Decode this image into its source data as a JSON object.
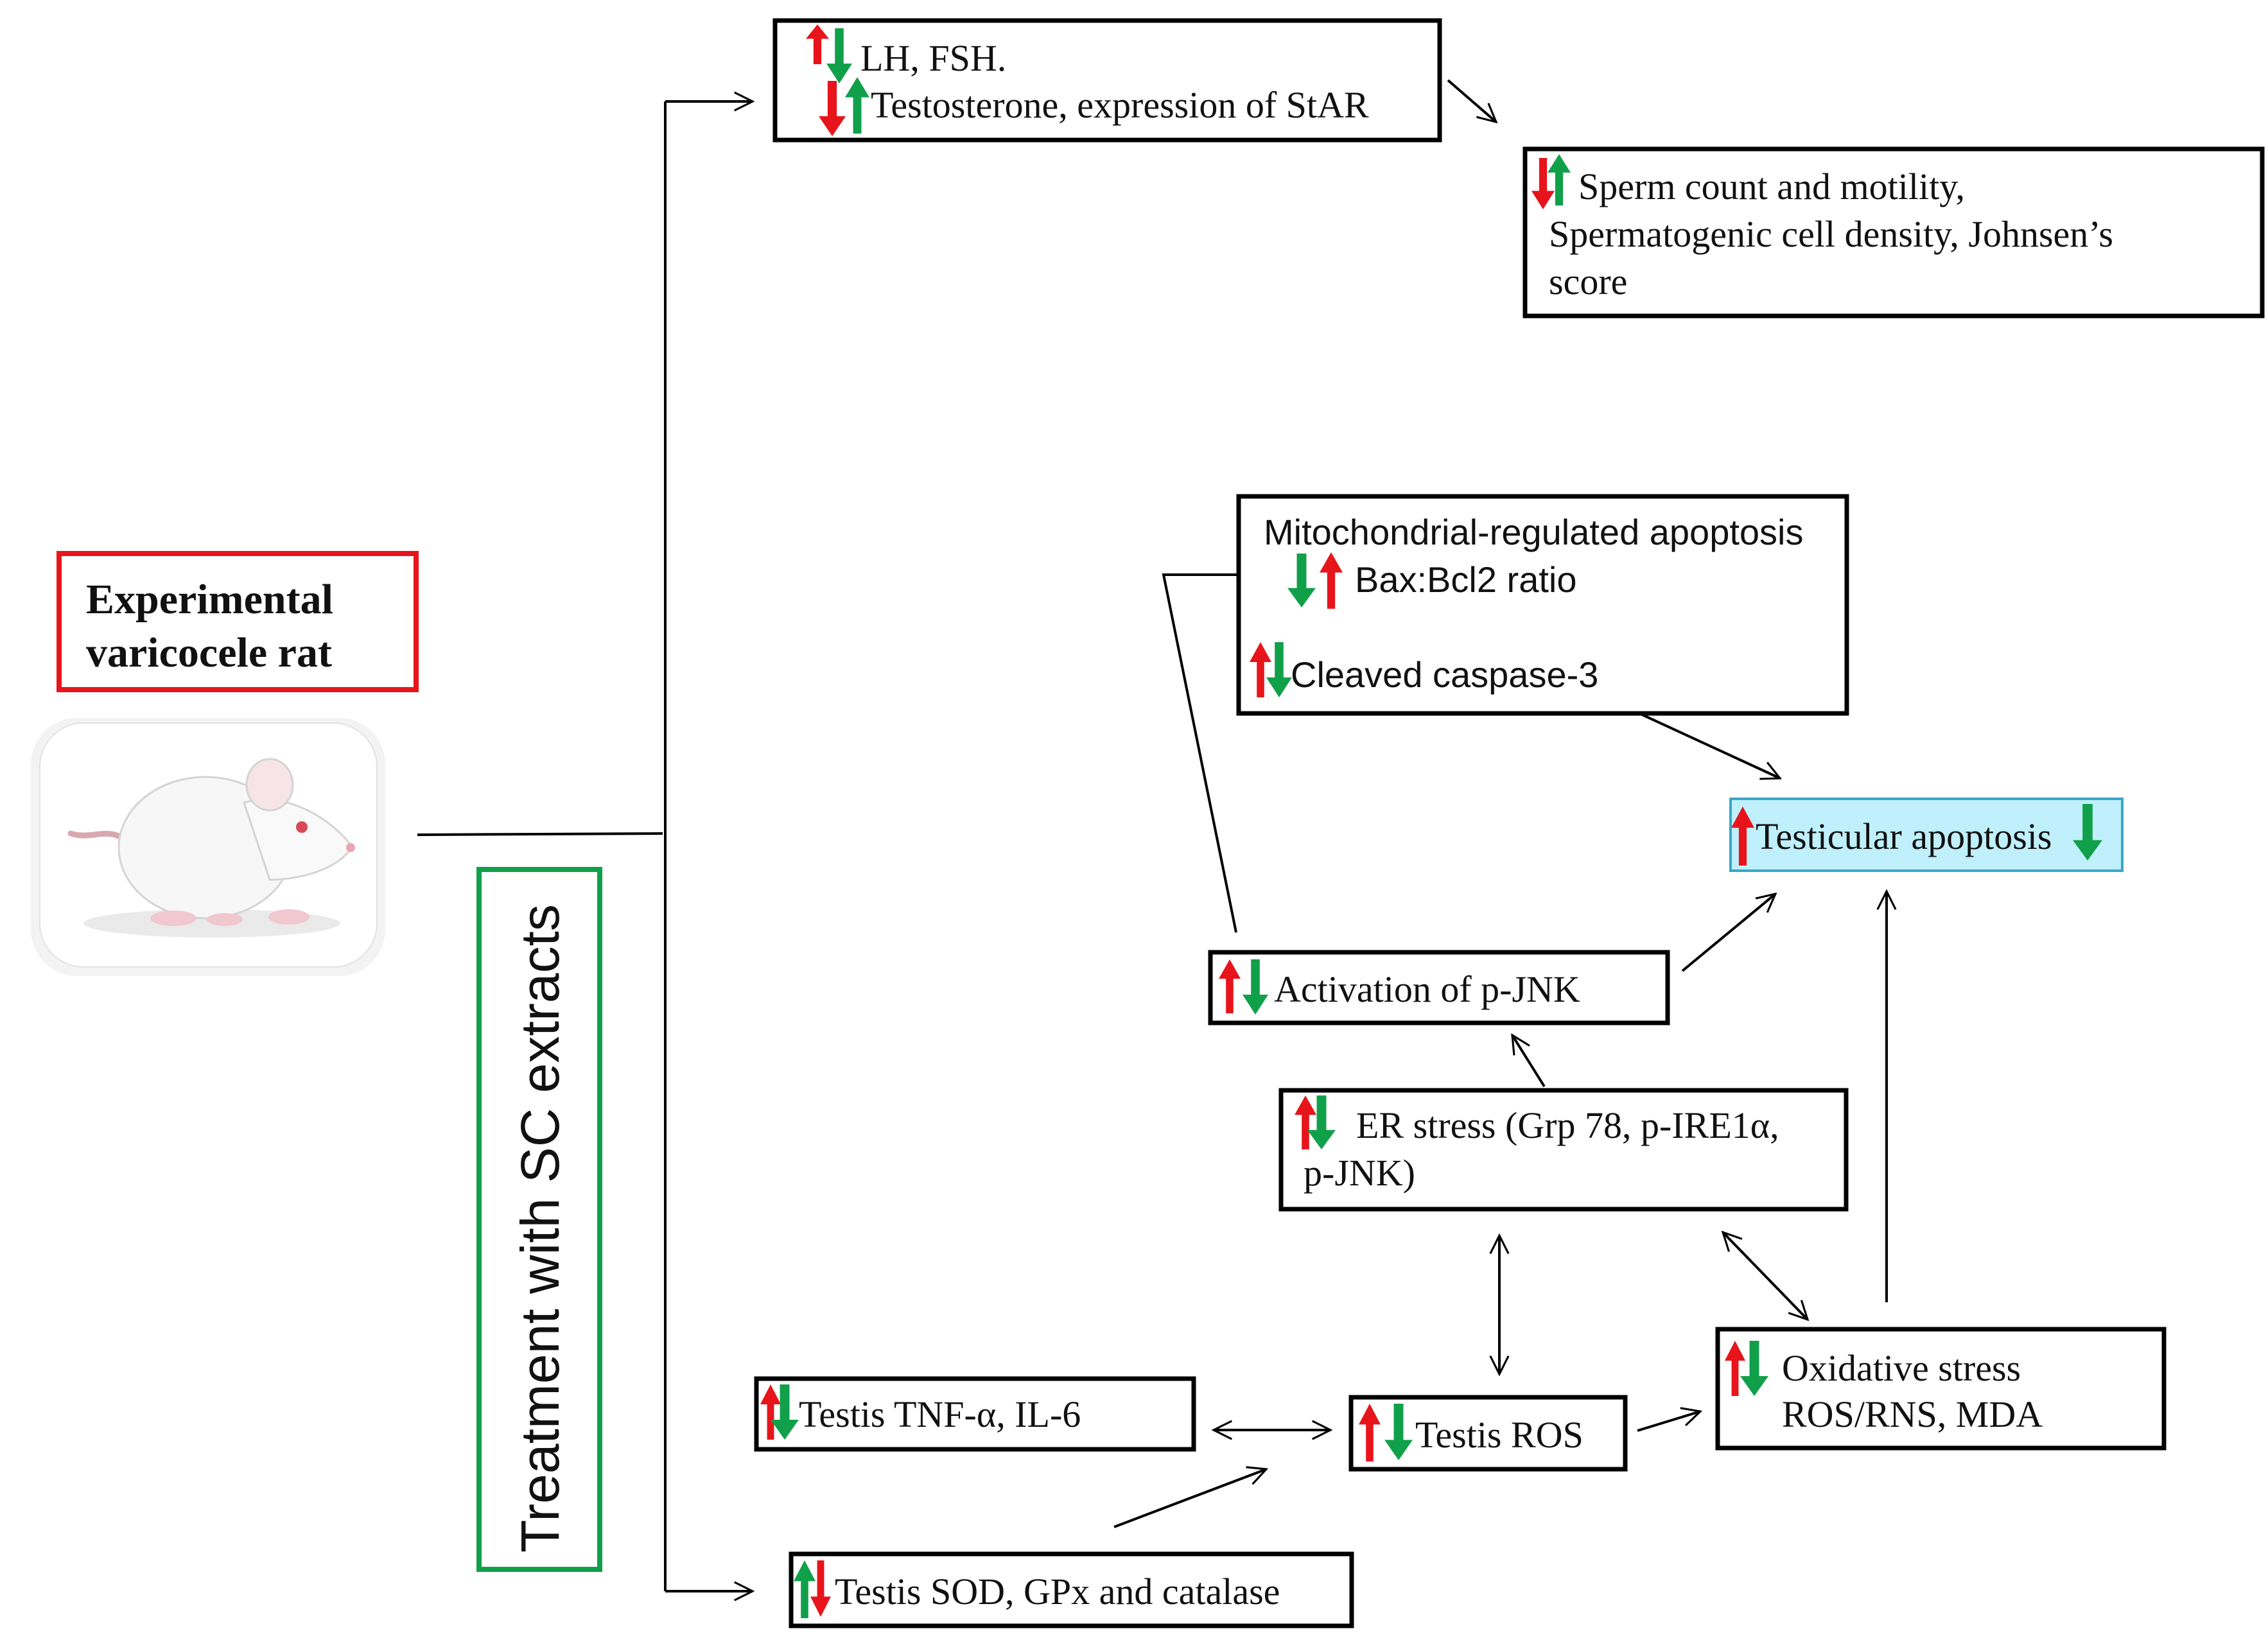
{
  "colors": {
    "up_red": "#e8141b",
    "down_green": "#11a04a",
    "rat_box_border": "#e8141b",
    "treatment_box_border": "#11a04a",
    "apoptosis_fill": "#bff0fb",
    "apoptosis_border": "#3aa6c8"
  },
  "icons": {
    "arrow": "vertical-block-arrow",
    "rat": "white-rat-illustration"
  },
  "rat": {
    "title_line1": "Experimental",
    "title_line2": "varicocele rat"
  },
  "treatment": {
    "label": "Treatment with SC extracts"
  },
  "hormones": {
    "line1": "LH, FSH.",
    "line2": "Testosterone, expression of StAR"
  },
  "sperm": {
    "line1": "Sperm count and motility,",
    "line2": "Spermatogenic cell density, Johnsen’s",
    "line3": "score"
  },
  "mito": {
    "title": "Mitochondrial-regulated apoptosis",
    "ratio": "Bax:Bcl2 ratio",
    "caspase": "Cleaved caspase-3"
  },
  "apoptosis": {
    "label": "Testicular apoptosis"
  },
  "jnk": {
    "label": "Activation of p-JNK"
  },
  "er": {
    "line1": "ER stress (Grp 78, p-IRE1α,",
    "line2": "p-JNK)"
  },
  "oxidative": {
    "line1": "Oxidative stress",
    "line2": "ROS/RNS, MDA"
  },
  "tnf": {
    "label": "Testis TNF-α, IL-6"
  },
  "ros": {
    "label": "Testis ROS"
  },
  "sod": {
    "label": "Testis SOD, GPx and catalase"
  }
}
